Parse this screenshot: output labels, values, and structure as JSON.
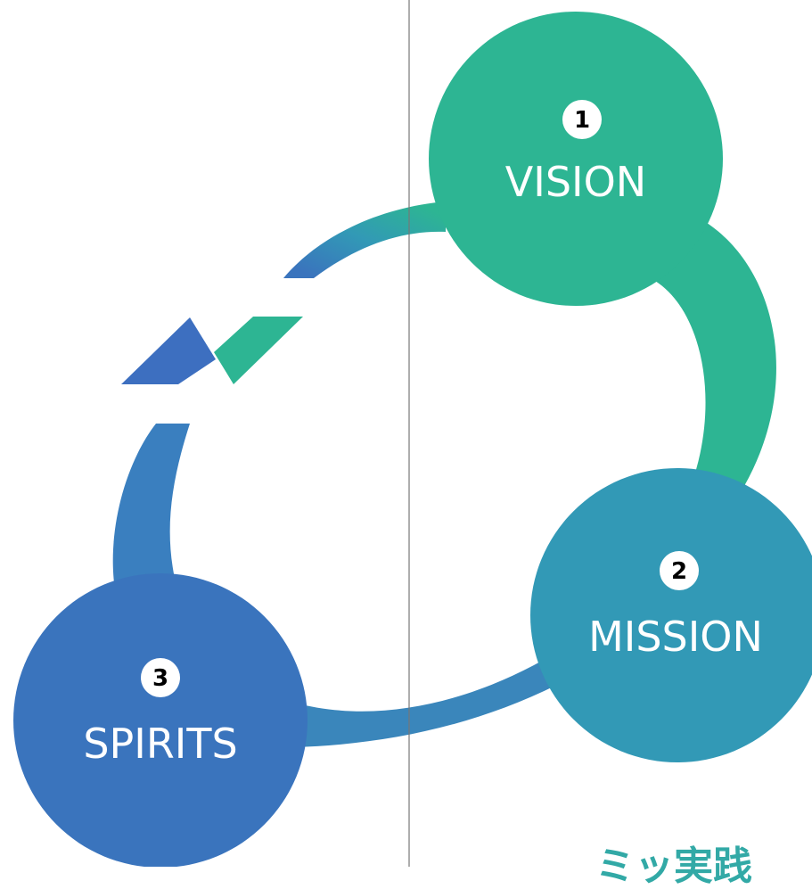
{
  "nodes": [
    {
      "number": "1",
      "label": "VISION",
      "color": "#2db593"
    },
    {
      "number": "2",
      "label": "MISSION",
      "color": "#3299b6"
    },
    {
      "number": "3",
      "label": "SPIRITS",
      "color": "#3a74bd"
    }
  ],
  "logo_colors": [
    "#3d6fc0",
    "#2db593"
  ],
  "divider_color": "#777777",
  "footer_text": "ミッ実践"
}
